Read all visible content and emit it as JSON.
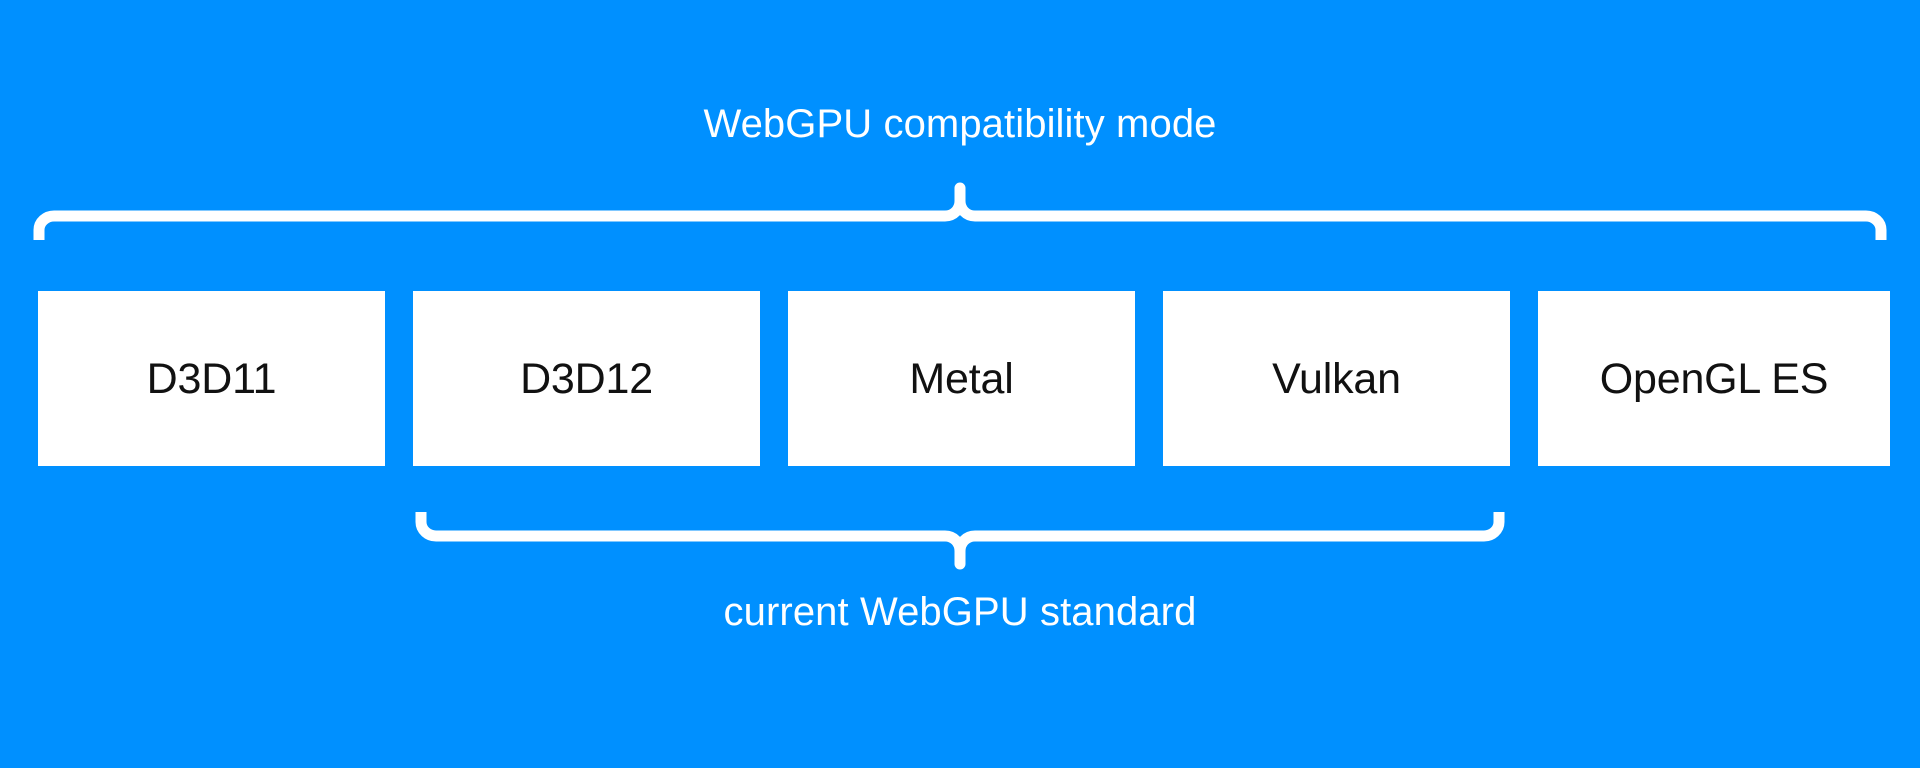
{
  "diagram": {
    "background_color": "#0090ff",
    "box_color": "#ffffff",
    "text_color_on_blue": "#ffffff",
    "text_color_on_box": "#111111",
    "top_bracket": {
      "label": "WebGPU compatibility mode",
      "spans": [
        "D3D11",
        "D3D12",
        "Metal",
        "Vulkan",
        "OpenGL ES"
      ]
    },
    "bottom_bracket": {
      "label": "current WebGPU standard",
      "spans": [
        "D3D12",
        "Metal",
        "Vulkan"
      ]
    },
    "boxes": [
      {
        "label": "D3D11"
      },
      {
        "label": "D3D12"
      },
      {
        "label": "Metal"
      },
      {
        "label": "Vulkan"
      },
      {
        "label": "OpenGL ES"
      }
    ]
  }
}
